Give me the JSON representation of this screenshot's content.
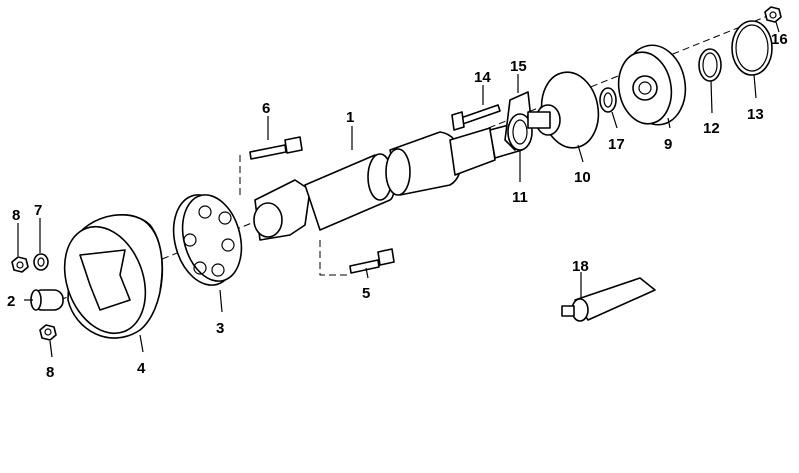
{
  "diagram": {
    "type": "exploded parts diagram",
    "labels": {
      "p1": "1",
      "p2": "2",
      "p3": "3",
      "p4": "4",
      "p5": "5",
      "p6": "6",
      "p7": "7",
      "p8a": "8",
      "p8b": "8",
      "p9": "9",
      "p10": "10",
      "p11": "11",
      "p12": "12",
      "p13": "13",
      "p14": "14",
      "p15": "15",
      "p16": "16",
      "p17": "17",
      "p18": "18"
    }
  }
}
